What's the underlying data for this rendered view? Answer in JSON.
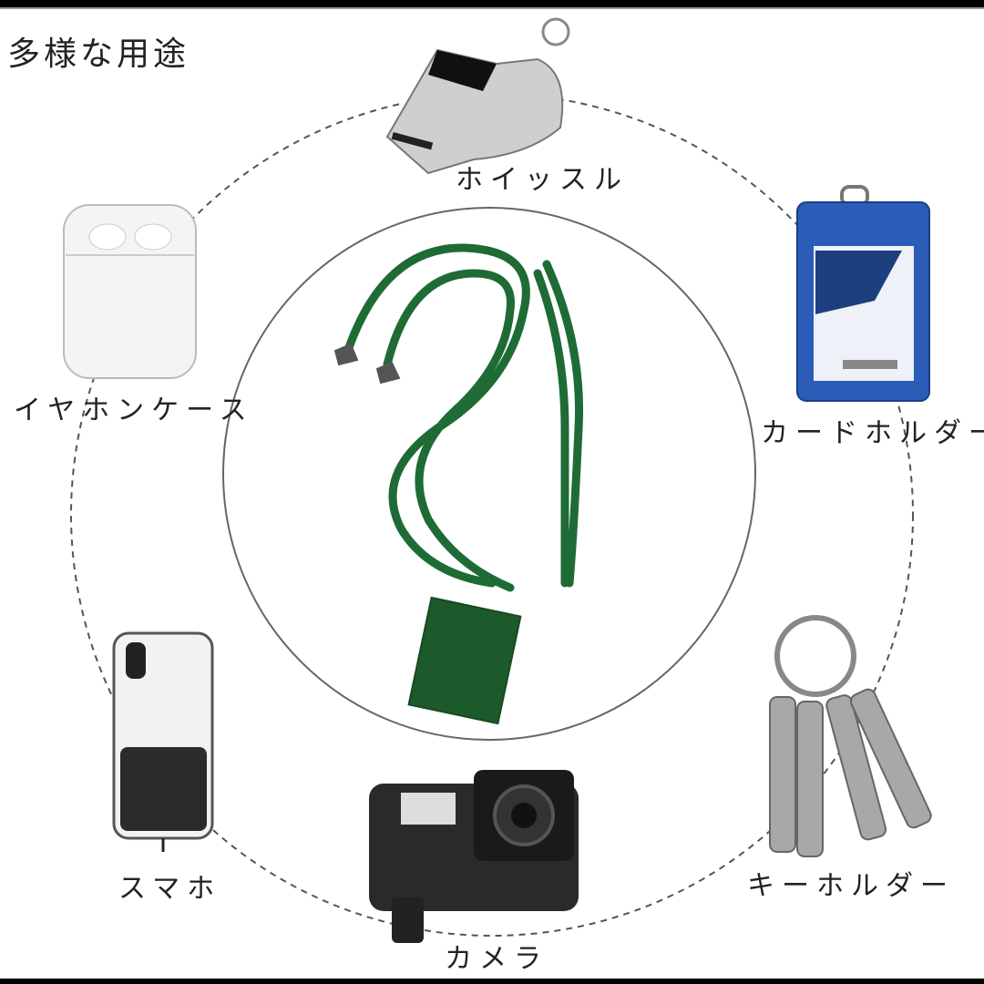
{
  "title": "多様な用途",
  "items": [
    {
      "label": "ホイッスル",
      "icon": "whistle-icon"
    },
    {
      "label": "イヤホンケース",
      "icon": "earphone-case-icon"
    },
    {
      "label": "カードホルダー",
      "icon": "card-holder-icon"
    },
    {
      "label": "スマホ",
      "icon": "smartphone-icon"
    },
    {
      "label": "カメラ",
      "icon": "camera-icon"
    },
    {
      "label": "キーホルダー",
      "icon": "keys-icon"
    }
  ],
  "center_product": {
    "icon": "lanyard-strap-icon",
    "color": "#1f6b35"
  }
}
